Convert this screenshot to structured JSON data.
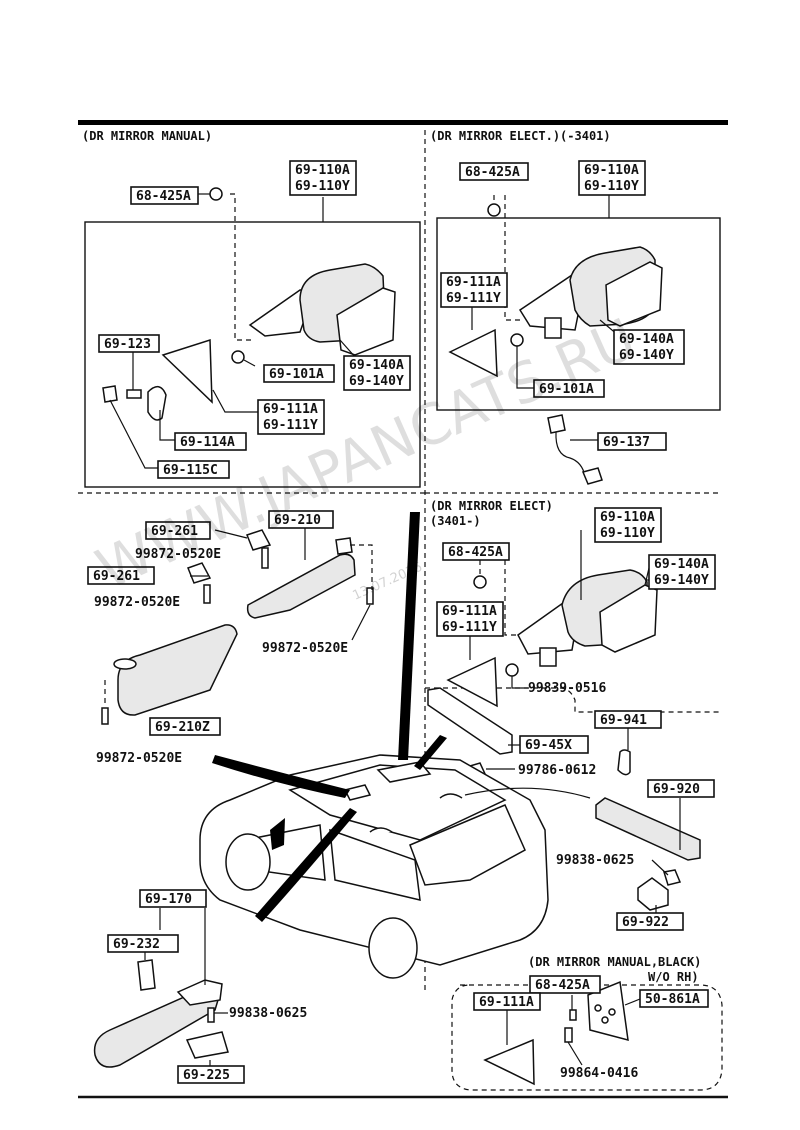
{
  "sections": {
    "manual": "(DR MIRROR MANUAL)",
    "elect_old": "(DR MIRROR ELECT.)(-3401)",
    "elect_new_1": "(DR MIRROR ELECT)",
    "elect_new_2": "(3401-)",
    "manual_black_1": "(DR MIRROR MANUAL,BLACK)",
    "manual_black_2": "W/O RH)"
  },
  "labels": {
    "a_68425A": "68-425A",
    "a_69110A": "69-110A",
    "a_69110Y": "69-110Y",
    "a_69123": "69-123",
    "a_69101A": "69-101A",
    "a_69140A": "69-140A",
    "a_69140Y": "69-140Y",
    "a_69111A": "69-111A",
    "a_69111Y": "69-111Y",
    "a_69114A": "69-114A",
    "a_69115C": "69-115C",
    "b_68425A": "68-425A",
    "b_69110A": "69-110A",
    "b_69110Y": "69-110Y",
    "b_69111A": "69-111A",
    "b_69111Y": "69-111Y",
    "b_69140A": "69-140A",
    "b_69140Y": "69-140Y",
    "b_69101A": "69-101A",
    "b_69137": "69-137",
    "c_69261a": "69-261",
    "c_99872a": "99872-0520E",
    "c_69261b": "69-261",
    "c_99872b": "99872-0520E",
    "c_69210": "69-210",
    "c_99872c": "99872-0520E",
    "c_69210Z": "69-210Z",
    "c_99872d": "99872-0520E",
    "d_69110A": "69-110A",
    "d_69110Y": "69-110Y",
    "d_68425A": "68-425A",
    "d_69140A": "69-140A",
    "d_69140Y": "69-140Y",
    "d_69111A": "69-111A",
    "d_69111Y": "69-111Y",
    "d_99839": "99839-0516",
    "e_69941": "69-941",
    "e_6945X": "69-45X",
    "e_99786": "99786-0612",
    "e_69920": "69-920",
    "e_99838": "99838-0625",
    "e_69922": "69-922",
    "f_69170": "69-170",
    "f_69232": "69-232",
    "f_99838": "99838-0625",
    "f_69225": "69-225",
    "g_68425A": "68-425A",
    "g_69111A": "69-111A",
    "g_50861A": "50-861A",
    "g_99864": "99864-0416"
  },
  "watermark": {
    "site": "WWW.JAPANCATS.RU",
    "date": "13.07.2016"
  }
}
